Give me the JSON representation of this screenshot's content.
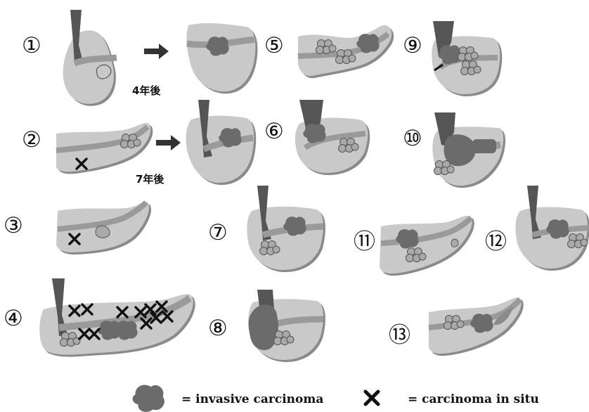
{
  "case_numbers": [
    "①",
    "②",
    "③",
    "④",
    "⑤",
    "⑥",
    "⑦",
    "⑧",
    "⑨",
    "⑩",
    "⑪",
    "⑫",
    "⑬"
  ],
  "intervals": [
    "4年後",
    "7年後"
  ],
  "legend": {
    "invasive_label": "= invasive carcinoma",
    "insitu_label": "= carcinoma in situ"
  },
  "colors": {
    "tissue": "#c9c9c9",
    "shadow": "#8a8a8a",
    "duct": "#9a9a9a",
    "bile_duct": "#555555",
    "tumor": "#6b6b6b",
    "cyst": "#a9a9a9",
    "mark": "#111111"
  },
  "icons": [
    "arrow-right-icon",
    "tumor-icon",
    "cross-icon"
  ]
}
